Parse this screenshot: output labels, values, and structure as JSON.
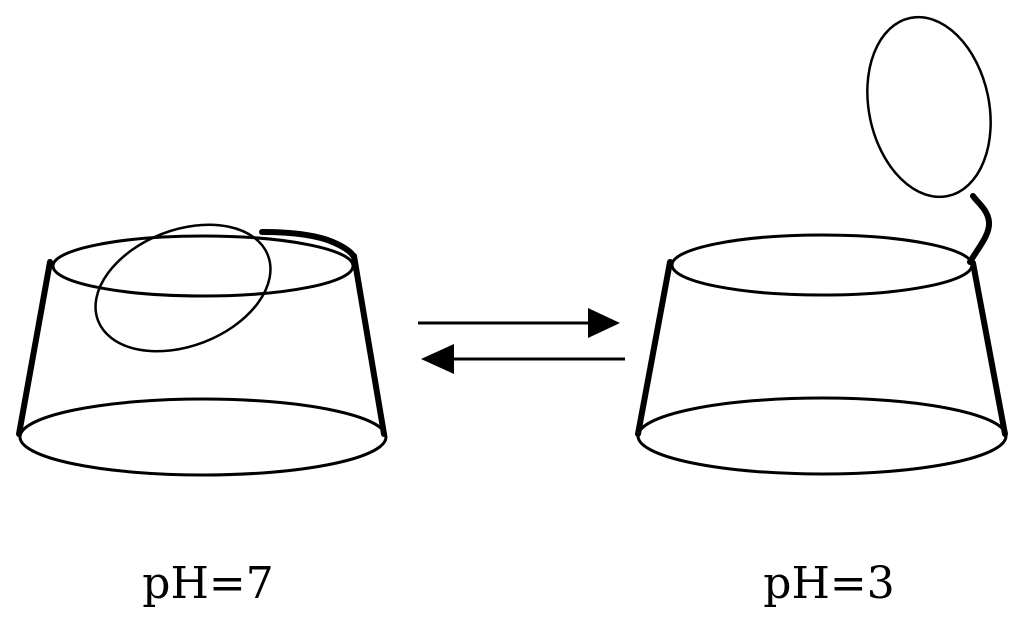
{
  "states": [
    {
      "label": "pH=7",
      "lid": "closed"
    },
    {
      "label": "pH=3",
      "lid": "open"
    }
  ],
  "arrows": {
    "forward": "right",
    "reverse": "left"
  },
  "colors": {
    "stroke": "#000000",
    "background": "#ffffff"
  }
}
